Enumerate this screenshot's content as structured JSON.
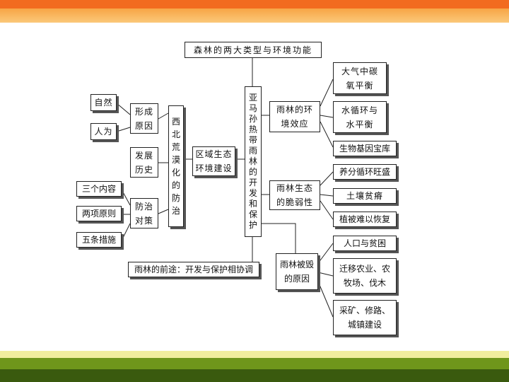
{
  "nodes": {
    "title": "森林的两大类型与环境功能",
    "center": "亚\n马\n孙\n热\n带\n雨\n林\n的\n开\n发\n和\n保\n护",
    "left_main": "西\n北\n荒\n漠\n化\n的\n防\n治",
    "region": "区域生态\n环境建设",
    "cause": "形成\n原因",
    "history": "发展\n历史",
    "policy": "防治\n对策",
    "nature": "自然",
    "human": "人为",
    "content3": "三个内容",
    "principle2": "两项原则",
    "measure5": "五条措施",
    "env_effect": "雨林的环\n境效应",
    "co2": "大气中碳\n氧平衡",
    "water": "水循环与\n水平衡",
    "gene": "生物基因宝库",
    "fragile": "雨林生态\n的脆弱性",
    "nutrient": "养分循环旺盛",
    "soil": "土壤贫瘠",
    "veg": "植被难以恢复",
    "destroy": "雨林被毁\n的原因",
    "pop": "人口与贫困",
    "farm": "迁移农业、农\n牧场、伐木",
    "mine": "采矿、修路、\n城镇建设",
    "future": "雨林的前途：开发与保护相协调"
  }
}
